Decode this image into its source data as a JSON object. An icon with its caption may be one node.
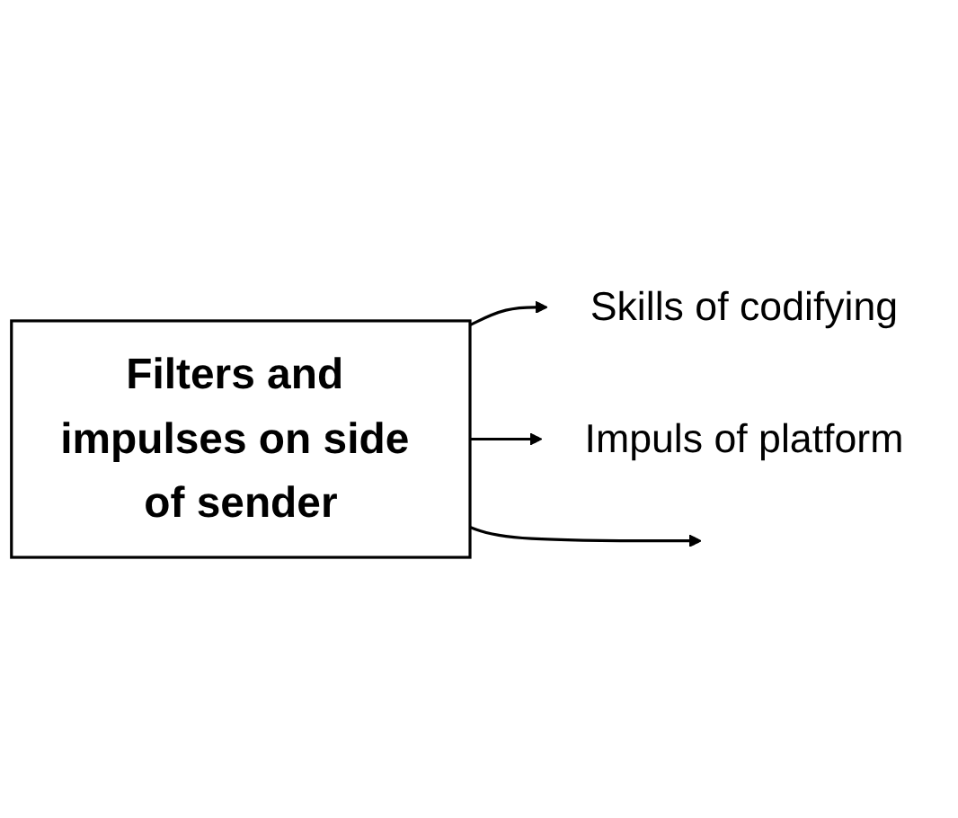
{
  "diagram": {
    "nodes": [
      {
        "text": [
          "Filters and impulses on side of sender"
        ]
      },
      {
        "text": [
          "Skills of codifying"
        ]
      },
      {
        "text": [
          "Impuls of platform"
        ]
      }
    ],
    "edges": [
      {
        "from": 0,
        "to": 1,
        "arrow": "to"
      },
      {
        "from": 0,
        "to": 2,
        "arrow": "to"
      },
      {
        "from": 0,
        "to": null,
        "arrow": "to"
      }
    ]
  }
}
